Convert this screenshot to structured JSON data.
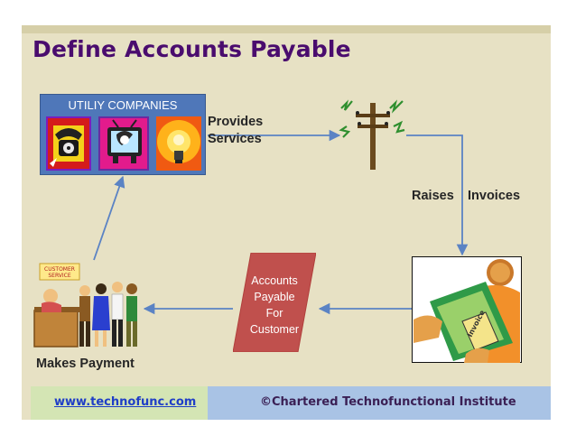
{
  "slide": {
    "title": "Define Accounts Payable",
    "utility_box_label": "UTILIY COMPANIES",
    "labels": {
      "provides_line1": "Provides",
      "provides_line2": "Services",
      "raises": "Raises",
      "invoices": "Invoices",
      "makes_payment": "Makes Payment"
    },
    "ap_box_lines": [
      "Accounts",
      "Payable",
      "For",
      "Customer"
    ],
    "customer_service_sign": [
      "CUSTOMER",
      "SERVICE"
    ],
    "invoice_sticker": "Invoice",
    "footer": {
      "website": "www.technofunc.com",
      "copyright": "©Chartered Technofunctional Institute"
    },
    "colors": {
      "title": "#4a0c6e",
      "slide_bg": "#e7e1c4",
      "utility_box": "#4f77b9",
      "arrow": "#5b83c4",
      "ap_box": "#c0504d",
      "footer_left": "#d4e5b4",
      "footer_right": "#a9c3e5"
    },
    "icons": [
      "telephone-icon",
      "television-icon",
      "light-bulb-icon",
      "power-pole-icon",
      "invoice-handoff-icon",
      "customer-service-desk-icon"
    ]
  }
}
